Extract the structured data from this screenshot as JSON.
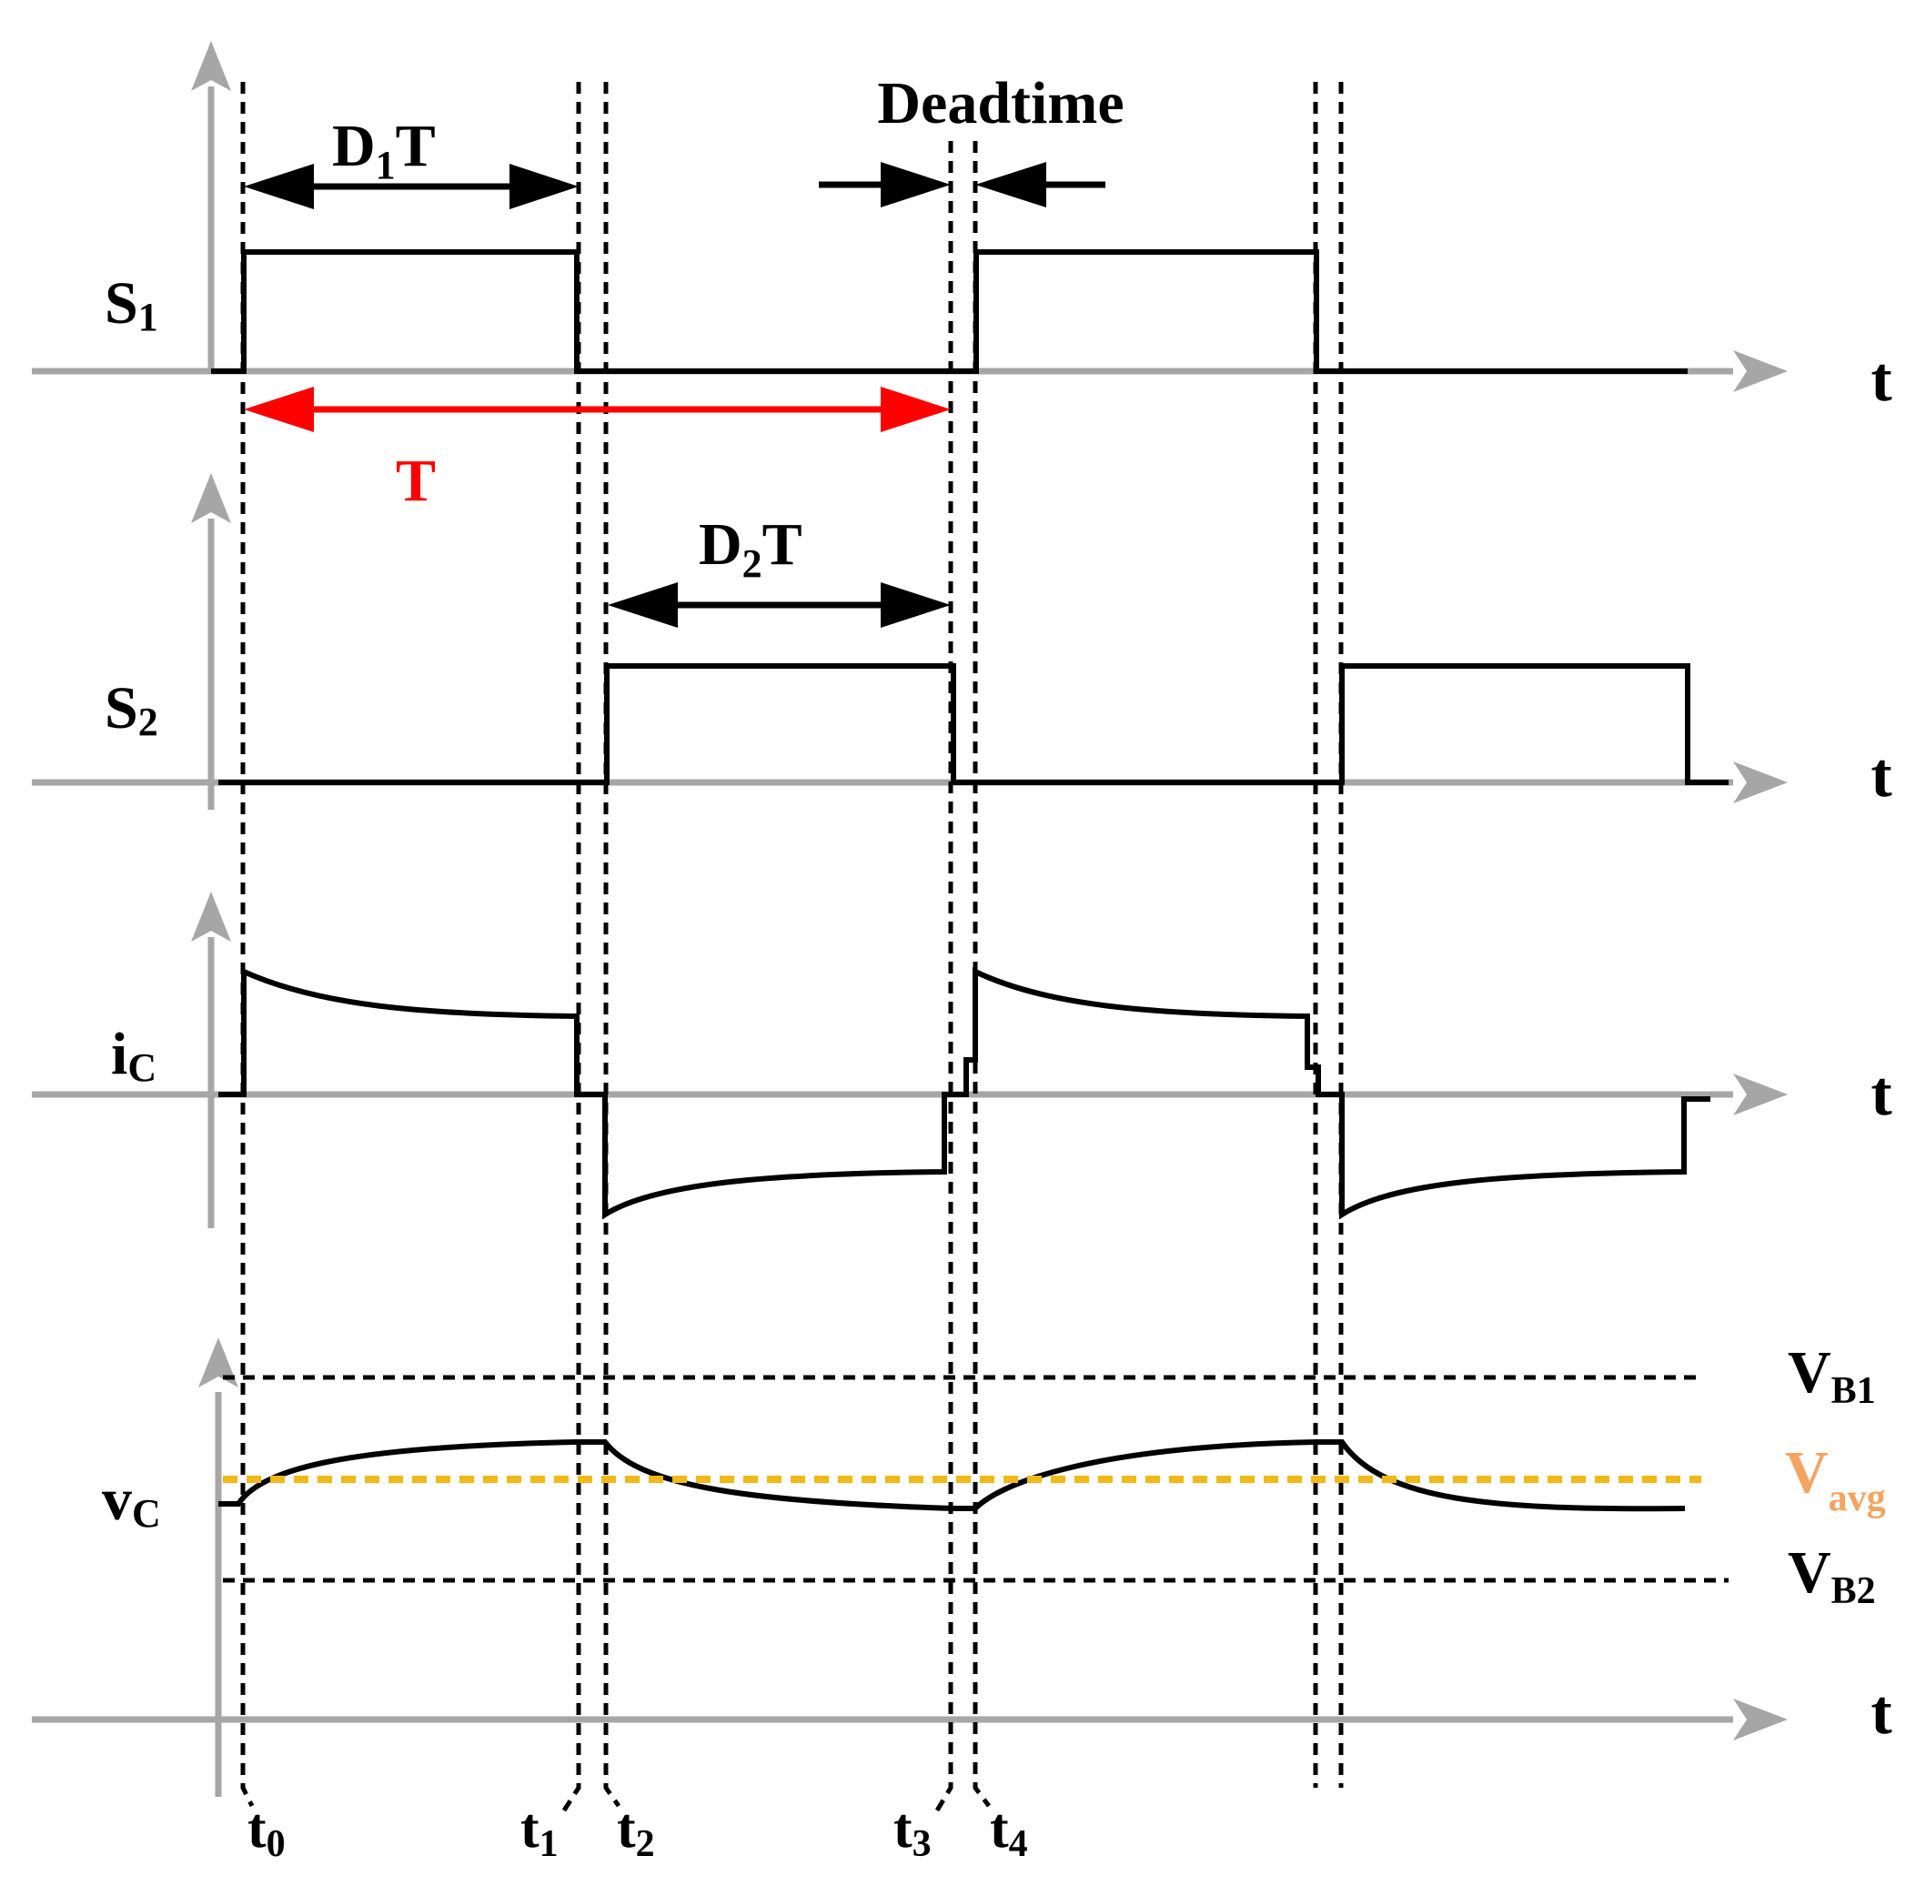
{
  "signals": {
    "s1": {
      "main": "S",
      "sub": "1"
    },
    "s2": {
      "main": "S",
      "sub": "2"
    },
    "ic": {
      "main": "i",
      "sub": "C"
    },
    "vc": {
      "main": "v",
      "sub": "C"
    }
  },
  "axis_label": "t",
  "annotations": {
    "d1t": {
      "main": "D",
      "sub": "1",
      "tail": "T"
    },
    "d2t": {
      "main": "D",
      "sub": "2",
      "tail": "T"
    },
    "period": "T",
    "deadtime": "Deadtime"
  },
  "levels": {
    "vb1": {
      "main": "V",
      "sub": "B1"
    },
    "vavg": {
      "main": "V",
      "sub": "avg"
    },
    "vb2": {
      "main": "V",
      "sub": "B2"
    }
  },
  "time_marks": [
    {
      "main": "t",
      "sub": "0"
    },
    {
      "main": "t",
      "sub": "1"
    },
    {
      "main": "t",
      "sub": "2"
    },
    {
      "main": "t",
      "sub": "3"
    },
    {
      "main": "t",
      "sub": "4"
    }
  ],
  "colors": {
    "axis": "#a6a6a6",
    "waveform": "#000000",
    "period": "#ff0000",
    "vavg_line": "#f2b818",
    "vavg_label": "#f4a460"
  }
}
